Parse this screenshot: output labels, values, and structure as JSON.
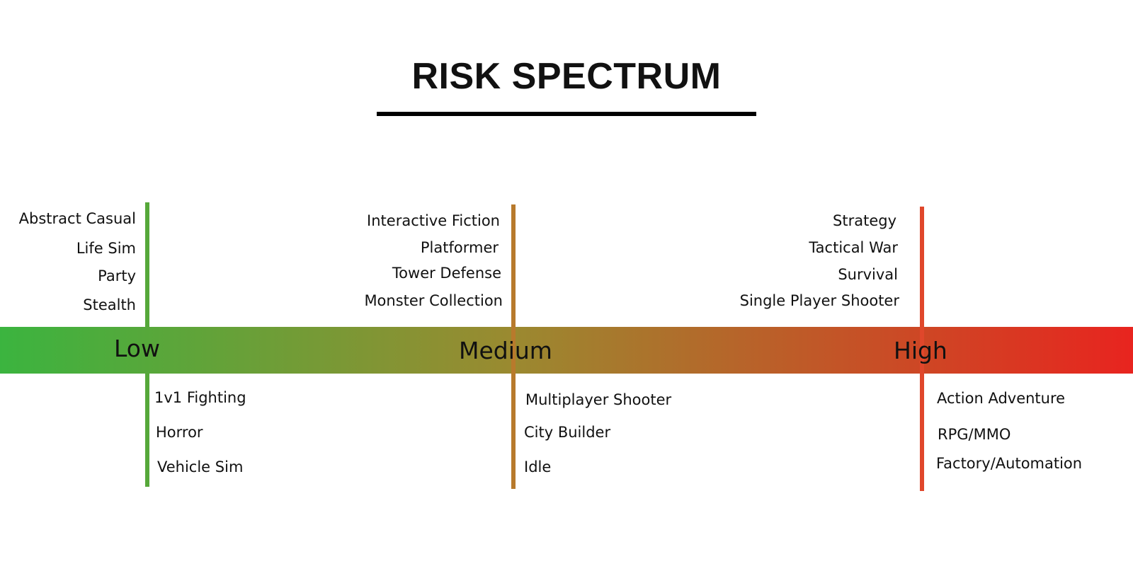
{
  "title": "RISK SPECTRUM",
  "colors": {
    "low": "#3cb043",
    "low_stem": "#56a83a",
    "medium_stem": "#b87a2c",
    "high_stem": "#e0472b",
    "band_start": "#3bb43f",
    "band_mid": "#9a8a30",
    "band_end": "#e8241f"
  },
  "levels": [
    {
      "id": "low",
      "label": "Low",
      "above": [
        "Abstract Casual",
        "Life Sim",
        "Party",
        "Stealth"
      ],
      "below": [
        "1v1 Fighting",
        "Horror",
        "Vehicle Sim"
      ]
    },
    {
      "id": "medium",
      "label": "Medium",
      "above": [
        "Interactive Fiction",
        "Platformer",
        "Tower Defense",
        "Monster Collection"
      ],
      "below": [
        "Multiplayer Shooter",
        "City Builder",
        "Idle"
      ]
    },
    {
      "id": "high",
      "label": "High",
      "above": [
        "Strategy",
        "Tactical War",
        "Survival",
        "Single Player Shooter"
      ],
      "below": [
        "Action Adventure",
        "RPG/MMO",
        "Factory/Automation"
      ]
    }
  ]
}
